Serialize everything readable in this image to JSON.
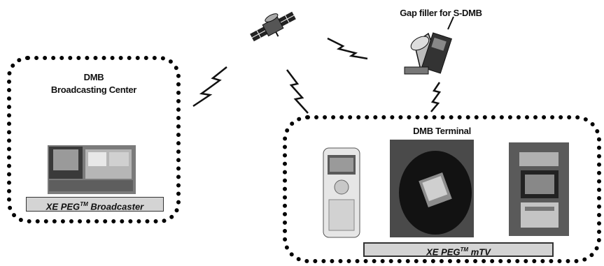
{
  "broadcasting_center": {
    "title_line1": "DMB",
    "title_line2": "Broadcasting Center",
    "product_name": "XE PEG",
    "product_mark": "TM",
    "product_suffix": " Broadcaster"
  },
  "gap_filler": {
    "label": "Gap filler for S-DMB"
  },
  "terminal": {
    "title": "DMB Terminal",
    "product_name": "XE PEG",
    "product_mark": "TM",
    "product_suffix": " mTV"
  },
  "icons": [
    "satellite-icon",
    "lightning-signal-icon",
    "gap-filler-antenna-icon",
    "broadcast-server-photo",
    "handheld-terminal-photo",
    "car-terminal-photo"
  ]
}
